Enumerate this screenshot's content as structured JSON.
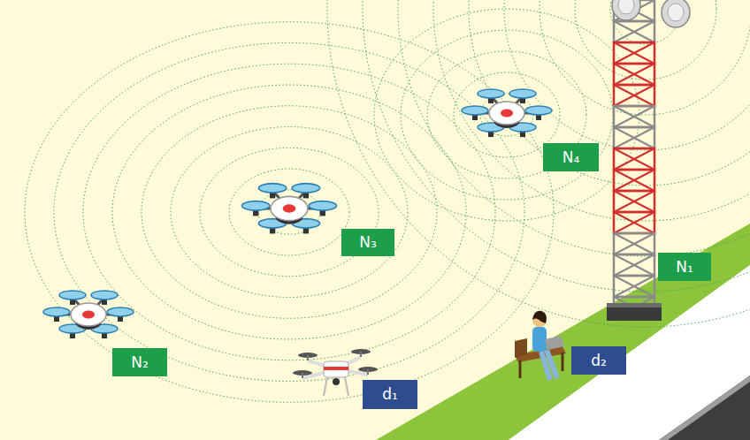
{
  "diagram": {
    "nodes": [
      {
        "text": [
          "N₄"
        ]
      },
      {
        "text": [
          "N₃"
        ]
      },
      {
        "text": [
          "N₁"
        ]
      },
      {
        "text": [
          "d₂"
        ]
      },
      {
        "text": [
          "N₂"
        ]
      },
      {
        "text": [
          "d₁"
        ]
      }
    ]
  }
}
